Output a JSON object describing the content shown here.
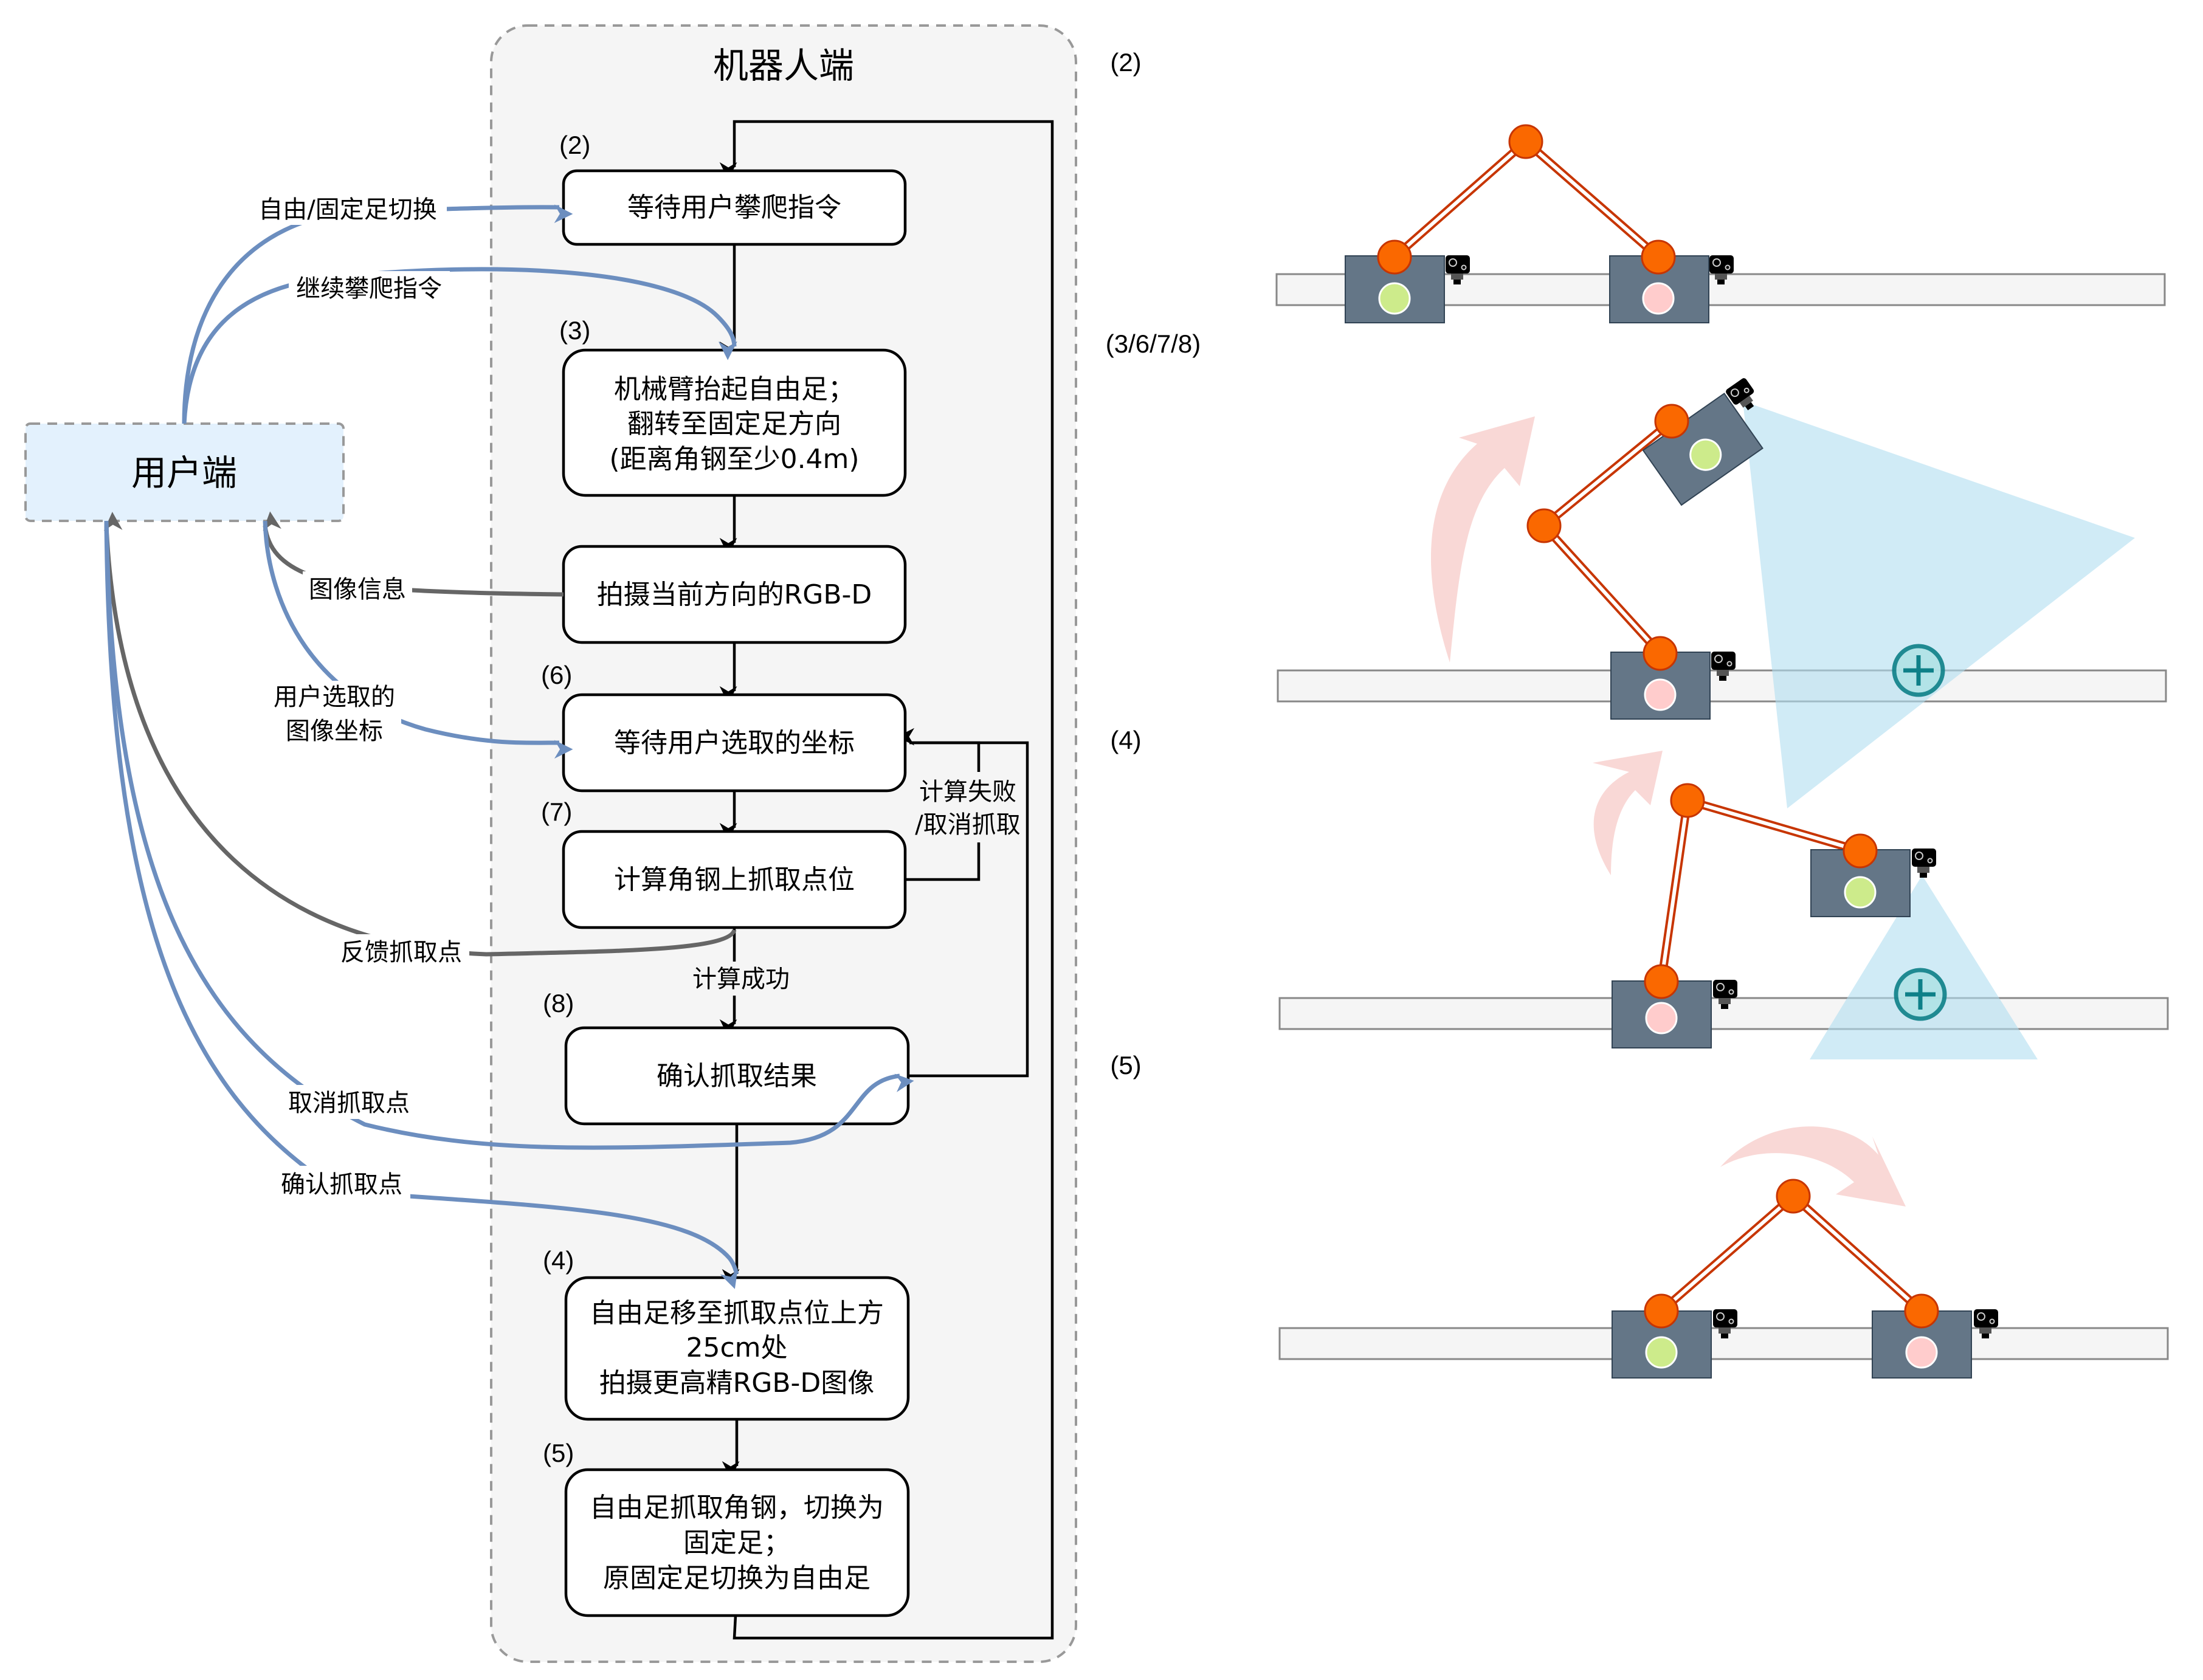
{
  "robot_side": {
    "title": "机器人端",
    "steps": [
      {
        "id": "wait-climb",
        "tag": "(2)",
        "lines": [
          "等待用户攀爬指令"
        ]
      },
      {
        "id": "lift-arm",
        "tag": "(3)",
        "lines": [
          "机械臂抬起自由足；",
          "翻转至固定足方向",
          "(距离角钢至少0.4m)"
        ]
      },
      {
        "id": "capture-rgbd",
        "tag": "",
        "lines": [
          "拍摄当前方向的RGB-D"
        ]
      },
      {
        "id": "wait-coord",
        "tag": "(6)",
        "lines": [
          "等待用户选取的坐标"
        ]
      },
      {
        "id": "compute-grasp",
        "tag": "(7)",
        "lines": [
          "计算角钢上抓取点位"
        ]
      },
      {
        "id": "confirm-result",
        "tag": "(8)",
        "lines": [
          "确认抓取结果"
        ]
      },
      {
        "id": "move-above",
        "tag": "(4)",
        "lines": [
          "自由足移至抓取点位上方",
          "25cm处",
          "拍摄更高精RGB-D图像"
        ]
      },
      {
        "id": "grasp-switch",
        "tag": "(5)",
        "lines": [
          "自由足抓取角钢，切换为",
          "固定足；",
          "原固定足切换为自由足"
        ]
      }
    ],
    "edge_labels": {
      "fail": [
        "计算失败",
        "/取消抓取"
      ],
      "success": "计算成功"
    }
  },
  "user_side": {
    "title": "用户端",
    "edges": {
      "switch_foot": "自由/固定足切换",
      "continue_climb": "继续攀爬指令",
      "image_info": "图像信息",
      "selected_coord": [
        "用户选取的",
        "图像坐标"
      ],
      "feedback_point": "反馈抓取点",
      "cancel_point": "取消抓取点",
      "confirm_point": "确认抓取点"
    }
  },
  "illustrations": {
    "stage_labels": [
      "(2)",
      "(3/6/7/8)",
      "(4)",
      "(5)"
    ]
  },
  "colors": {
    "user_arrow": "#6c8ebf",
    "robot_arrow": "#666666",
    "user_box_fill": "#e3f1fd",
    "container_fill": "#f5f5f5",
    "arm_orange": "#fa6800",
    "arm_stroke": "#c73500",
    "foot_body": "#647687",
    "free_foot_dot": "#cdeb8b",
    "fixed_foot_dot": "#ffcccc",
    "view_cone": "#b1ddf0",
    "target_teal": "#0e8088",
    "motion_arrow": "#f8cecc"
  }
}
